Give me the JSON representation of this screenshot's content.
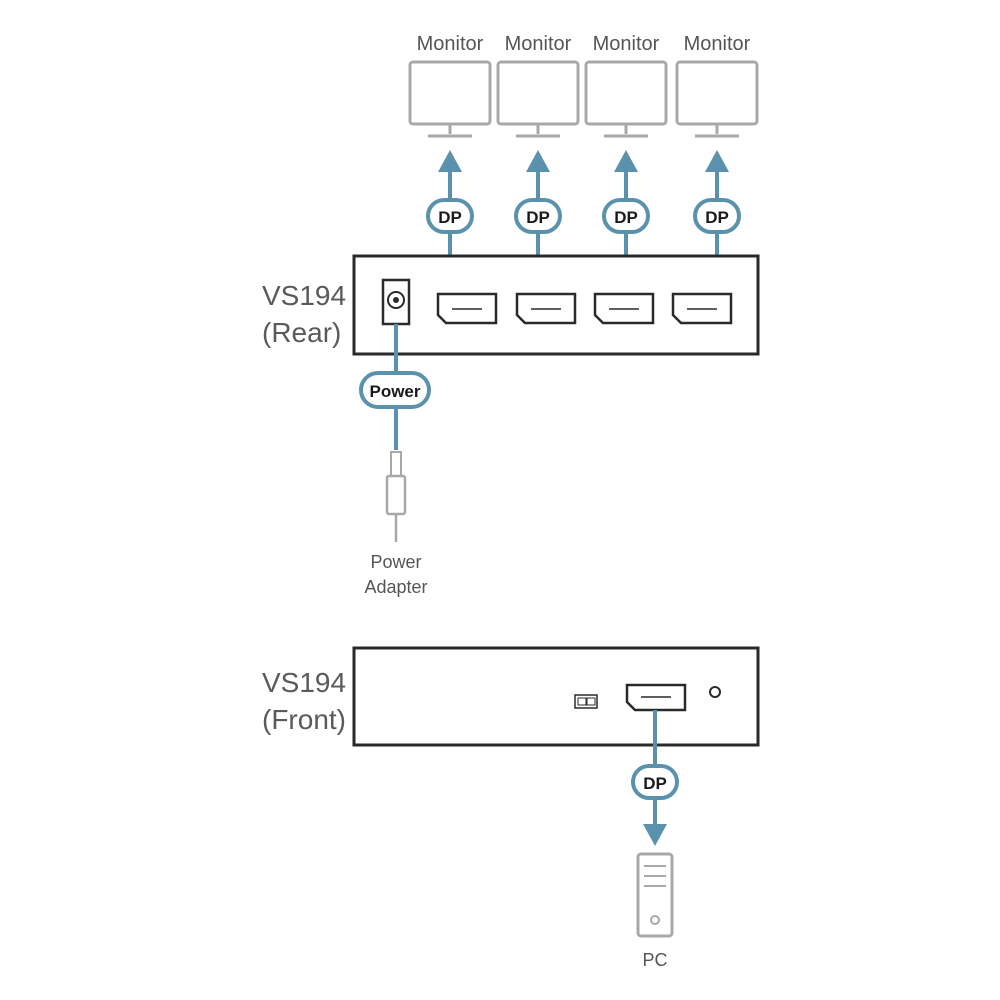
{
  "monitors": [
    {
      "label": "Monitor",
      "cable": "DP"
    },
    {
      "label": "Monitor",
      "cable": "DP"
    },
    {
      "label": "Monitor",
      "cable": "DP"
    },
    {
      "label": "Monitor",
      "cable": "DP"
    }
  ],
  "rear": {
    "name": "VS194",
    "side": "(Rear)"
  },
  "power": {
    "cable": "Power",
    "adapter_line1": "Power",
    "adapter_line2": "Adapter"
  },
  "front": {
    "name": "VS194",
    "side": "(Front)"
  },
  "pc": {
    "cable": "DP",
    "label": "PC"
  },
  "colors": {
    "accent": "#5a92ad",
    "device": "#2a2a2a",
    "icon": "#a8a8a8",
    "text": "#555555"
  }
}
